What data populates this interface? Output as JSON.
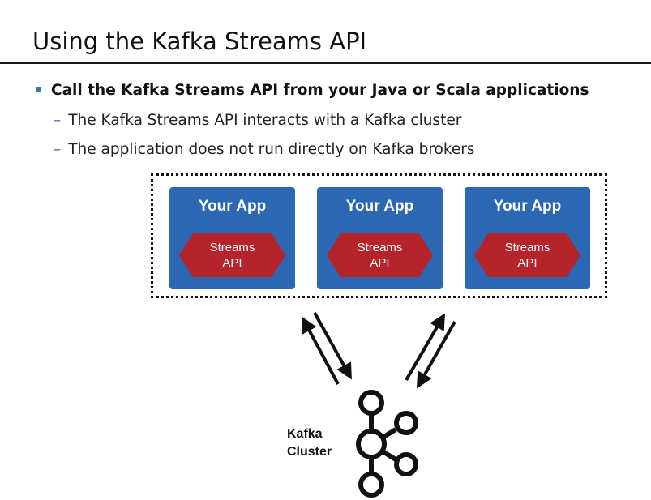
{
  "slide": {
    "title": "Using the Kafka Streams API",
    "bullet": "Call the Kafka Streams API from your Java or Scala applications",
    "sub_bullets": [
      "The Kafka Streams API interacts with a Kafka cluster",
      "The application does not run directly on Kafka brokers"
    ]
  },
  "diagram": {
    "apps": [
      {
        "title": "Your App",
        "api_line1": "Streams",
        "api_line2": "API"
      },
      {
        "title": "Your App",
        "api_line1": "Streams",
        "api_line2": "API"
      },
      {
        "title": "Your App",
        "api_line1": "Streams",
        "api_line2": "API"
      }
    ],
    "cluster_label_line1": "Kafka",
    "cluster_label_line2": "Cluster",
    "colors": {
      "app_box": "#2b67b3",
      "api_hexagon": "#b5232b",
      "bullet_accent": "#3b78b6"
    },
    "icons": [
      "bidirectional-arrows-icon",
      "kafka-logo-icon"
    ]
  }
}
